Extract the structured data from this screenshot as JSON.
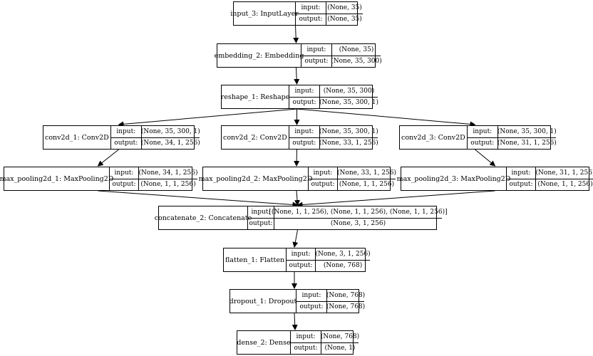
{
  "diagram": {
    "nodes": [
      {
        "id": "input_3",
        "name": "input_3: InputLayer",
        "input_label": "input:",
        "output_label": "output:",
        "input": "(None, 35)",
        "output": "(None, 35)"
      },
      {
        "id": "embedding_2",
        "name": "embedding_2: Embedding",
        "input_label": "input:",
        "output_label": "output:",
        "input": "(None, 35)",
        "output": "(None, 35, 300)"
      },
      {
        "id": "reshape_1",
        "name": "reshape_1: Reshape",
        "input_label": "input:",
        "output_label": "output:",
        "input": "(None, 35, 300)",
        "output": "(None, 35, 300, 1)"
      },
      {
        "id": "conv2d_1",
        "name": "conv2d_1: Conv2D",
        "input_label": "input:",
        "output_label": "output:",
        "input": "(None, 35, 300, 1)",
        "output": "(None, 34, 1, 256)"
      },
      {
        "id": "conv2d_2",
        "name": "conv2d_2: Conv2D",
        "input_label": "input:",
        "output_label": "output:",
        "input": "(None, 35, 300, 1)",
        "output": "(None, 33, 1, 256)"
      },
      {
        "id": "conv2d_3",
        "name": "conv2d_3: Conv2D",
        "input_label": "input:",
        "output_label": "output:",
        "input": "(None, 35, 300, 1)",
        "output": "(None, 31, 1, 256)"
      },
      {
        "id": "max_pooling2d_1",
        "name": "max_pooling2d_1: MaxPooling2D",
        "input_label": "input:",
        "output_label": "output:",
        "input": "(None, 34, 1, 256)",
        "output": "(None, 1, 1, 256)"
      },
      {
        "id": "max_pooling2d_2",
        "name": "max_pooling2d_2: MaxPooling2D",
        "input_label": "input:",
        "output_label": "output:",
        "input": "(None, 33, 1, 256)",
        "output": "(None, 1, 1, 256)"
      },
      {
        "id": "max_pooling2d_3",
        "name": "max_pooling2d_3: MaxPooling2D",
        "input_label": "input:",
        "output_label": "output:",
        "input": "(None, 31, 1, 256)",
        "output": "(None, 1, 1, 256)"
      },
      {
        "id": "concatenate_2",
        "name": "concatenate_2: Concatenate",
        "input_label": "input:",
        "output_label": "output:",
        "input": "[(None, 1, 1, 256), (None, 1, 1, 256), (None, 1, 1, 256)]",
        "output": "(None, 3, 1, 256)"
      },
      {
        "id": "flatten_1",
        "name": "flatten_1: Flatten",
        "input_label": "input:",
        "output_label": "output:",
        "input": "(None, 3, 1, 256)",
        "output": "(None, 768)"
      },
      {
        "id": "dropout_1",
        "name": "dropout_1: Dropout",
        "input_label": "input:",
        "output_label": "output:",
        "input": "(None, 768)",
        "output": "(None, 768)"
      },
      {
        "id": "dense_2",
        "name": "dense_2: Dense",
        "input_label": "input:",
        "output_label": "output:",
        "input": "(None, 768)",
        "output": "(None, 1)"
      }
    ],
    "edges": [
      [
        "input_3",
        "embedding_2"
      ],
      [
        "embedding_2",
        "reshape_1"
      ],
      [
        "reshape_1",
        "conv2d_1"
      ],
      [
        "reshape_1",
        "conv2d_2"
      ],
      [
        "reshape_1",
        "conv2d_3"
      ],
      [
        "conv2d_1",
        "max_pooling2d_1"
      ],
      [
        "conv2d_2",
        "max_pooling2d_2"
      ],
      [
        "conv2d_3",
        "max_pooling2d_3"
      ],
      [
        "max_pooling2d_1",
        "concatenate_2"
      ],
      [
        "max_pooling2d_2",
        "concatenate_2"
      ],
      [
        "max_pooling2d_3",
        "concatenate_2"
      ],
      [
        "concatenate_2",
        "flatten_1"
      ],
      [
        "flatten_1",
        "dropout_1"
      ],
      [
        "dropout_1",
        "dense_2"
      ]
    ]
  }
}
